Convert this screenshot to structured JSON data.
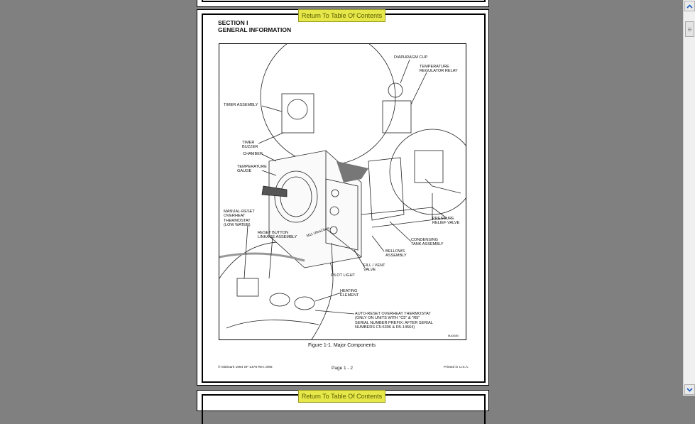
{
  "toolbar": {
    "toc_button": "Return To Table Of Contents"
  },
  "page": {
    "section_line1": "SECTION I",
    "section_line2": "GENERAL INFORMATION",
    "figure_caption": "Figure 1-1. Major Components",
    "page_number": "Page 1 - 2",
    "footer_left": "© Midmark 1994 SF-1478 Rev. 8/98",
    "footer_right": "Printed in U.S.A.",
    "figure_code": "MA2680"
  },
  "figure": {
    "callouts": [
      "DIAPHRAGM CUP",
      "TEMPERATURE\nREGULATOR RELAY",
      "TIMER ASSEMBLY",
      "TIMER\nBUZZER",
      "CHAMBER",
      "TEMPERATURE\nGAUGE",
      "PRESSURE\nRELIEF VALVE",
      "MANUAL-RESET\nOVERHEAT\nTHERMOSTAT\n(LOW WATER)",
      "RESET BUTTON\nLINKAGE ASSEMBLY",
      "CONDENSING\nTANK ASSEMBLY",
      "BELLOWS\nASSEMBLY",
      "FILL / VENT\nVALVE",
      "PILOT LIGHT",
      "HEATING\nELEMENT",
      "AUTO-RESET OVERHEAT THERMOSTAT\n(ONLY ON UNITS WITH \"C5\" & \"R5\"\nSERIAL NUMBER PREFIX: AFTER SERIAL\nNUMBERS C5-5396 & R5-14564)"
    ],
    "brand_label": "M11 UltraClave"
  },
  "scrollbar": {
    "up_icon": "chevron-up-icon",
    "down_icon": "chevron-down-icon"
  }
}
